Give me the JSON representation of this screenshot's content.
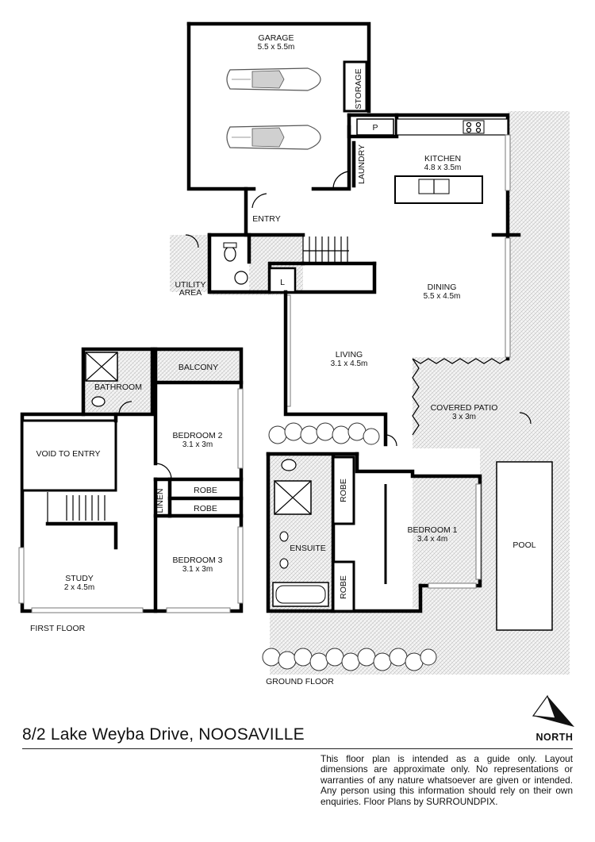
{
  "rooms": {
    "garage": {
      "name": "GARAGE",
      "dims": "5.5 x 5.5m"
    },
    "storage": "STORAGE",
    "pantry": "P",
    "laundry": "LAUNDRY",
    "kitchen": {
      "name": "KITCHEN",
      "dims": "4.8 x 3.5m"
    },
    "entry": "ENTRY",
    "utility": {
      "line1": "UTILITY",
      "line2": "AREA"
    },
    "linen_l": "L",
    "dining": {
      "name": "DINING",
      "dims": "5.5 x 4.5m"
    },
    "living": {
      "name": "LIVING",
      "dims": "3.1 x 4.5m"
    },
    "covered_patio": {
      "name": "COVERED PATIO",
      "dims": "3 x 3m"
    },
    "bathroom": "BATHROOM",
    "balcony": "BALCONY",
    "bedroom2": {
      "name": "BEDROOM 2",
      "dims": "3.1 x 3m"
    },
    "void": "VOID TO ENTRY",
    "linen": "LINEN",
    "robe_a": "ROBE",
    "robe_b": "ROBE",
    "bedroom3": {
      "name": "BEDROOM 3",
      "dims": "3.1 x 3m"
    },
    "study": {
      "name": "STUDY",
      "dims": "2 x 4.5m"
    },
    "robe_c": "ROBE",
    "robe_d": "ROBE",
    "ensuite": "ENSUITE",
    "bedroom1": {
      "name": "BEDROOM 1",
      "dims": "3.4 x 4m"
    },
    "pool": "POOL"
  },
  "floors": {
    "first": "FIRST FLOOR",
    "ground": "GROUND FLOOR"
  },
  "address": "8/2 Lake Weyba Drive, NOOSAVILLE",
  "north": "NORTH",
  "disclaimer": "This floor plan is intended as a guide only. Layout dimensions are approximate only. No representations or warranties of any nature whatsoever are given or intended. Any person using this information should rely on their own enquiries. Floor Plans by  SURROUNDPIX."
}
